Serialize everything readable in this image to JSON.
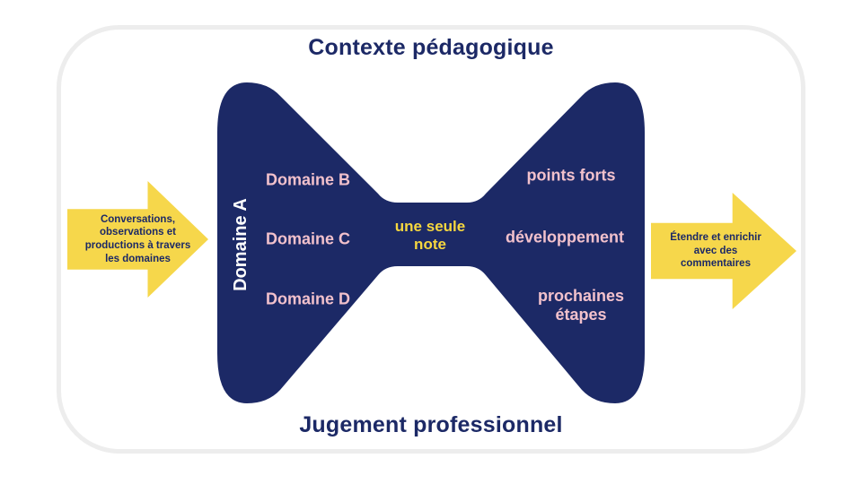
{
  "titles": {
    "top": "Contexte pédagogique",
    "bottom": "Jugement professionnel"
  },
  "arrows": {
    "left": {
      "label": "Conversations,\nobservations et\nproductions à travers\nles domaines"
    },
    "right": {
      "label": "Étendre et enrichir\navec des\ncommentaires"
    }
  },
  "bowtie": {
    "left_funnel": {
      "vertical_label": "Domaine A",
      "items": [
        "Domaine B",
        "Domaine C",
        "Domaine D"
      ]
    },
    "waist": {
      "label": "une seule\nnote"
    },
    "right_funnel": {
      "items": [
        "points forts",
        "développement",
        "prochaines\nétapes"
      ]
    }
  },
  "colors": {
    "navy": "#1C2966",
    "yellow": "#F6D74B",
    "pink": "#F2C1CC",
    "frame_border": "#EDEDED",
    "background": "#FFFFFF"
  }
}
